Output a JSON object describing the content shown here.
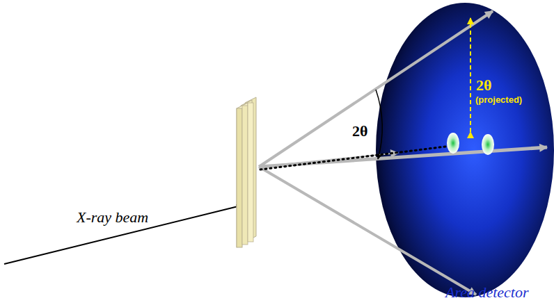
{
  "diagram": {
    "labels": [
      "X-ray beam",
      "2θ",
      "2θ",
      "(projected)",
      "Area detector"
    ]
  }
}
